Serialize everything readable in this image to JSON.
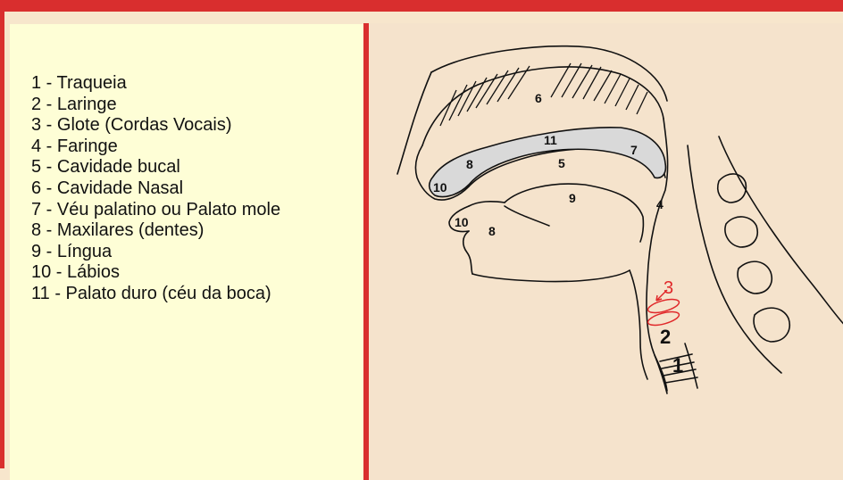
{
  "legend": {
    "items": [
      "1 - Traqueia",
      "2 - Laringe",
      "3 - Glote (Cordas Vocais)",
      "4 - Faringe",
      "5 - Cavidade bucal",
      "6 - Cavidade Nasal",
      "7 - Véu palatino ou Palato mole",
      "8 - Maxilares (dentes)",
      "9 - Língua",
      "10 - Lábios",
      "11 - Palato duro (céu da boca)"
    ]
  },
  "diagram": {
    "labels": {
      "traqueia": "1",
      "laringe": "2",
      "glote": "3",
      "faringe": "4",
      "cavidade_bucal": "5",
      "cavidade_nasal": "6",
      "veu_palatino": "7",
      "maxilar_superior": "8",
      "maxilar_inferior": "8",
      "lingua": "9",
      "labio_superior": "10",
      "labio_inferior": "10",
      "palato_duro": "11"
    },
    "colors": {
      "frame": "#d92e2e",
      "legend_bg": "#fefed6",
      "figure_bg": "#f5e3cc",
      "palate_fill": "#d9d9d9",
      "glottis": "#e0282a"
    }
  }
}
